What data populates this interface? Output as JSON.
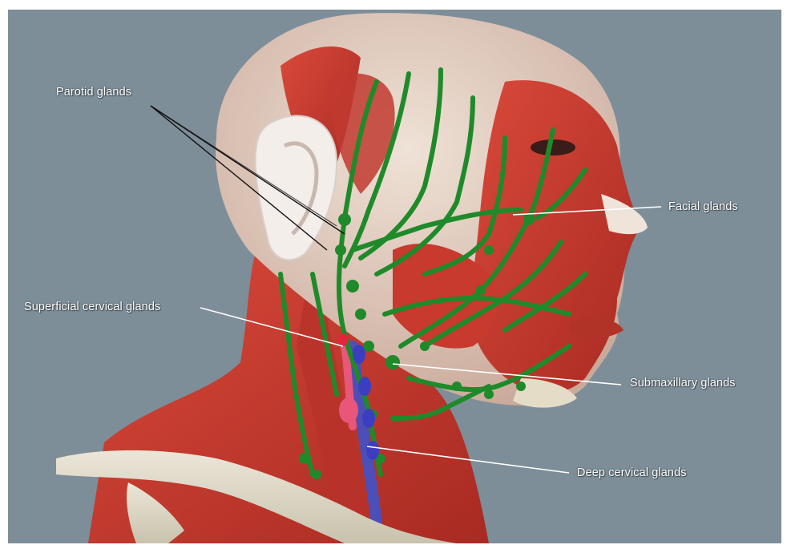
{
  "labels": {
    "parotid": "Parotid glands",
    "facial": "Facial glands",
    "superficial_cervical": "Superficial cervical glands",
    "submaxillary": "Submaxillary glands",
    "deep_cervical": "Deep cervical glands"
  },
  "colors": {
    "background": "#7d8e99",
    "lymph": "#1f8a2a",
    "muscle": "#c23a2e",
    "bone": "#ddd8c8",
    "leader_line": "#ffffff",
    "parotid_leader": "#111111"
  }
}
